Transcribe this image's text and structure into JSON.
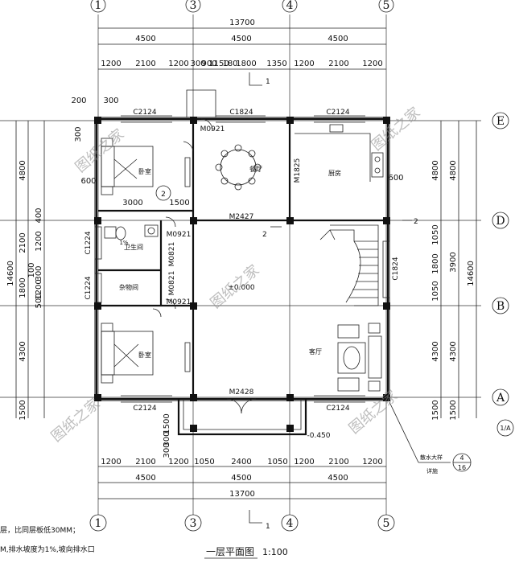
{
  "axes": {
    "top": [
      "1",
      "3",
      "4",
      "5"
    ],
    "bottom": [
      "1",
      "3",
      "4",
      "5"
    ],
    "right": [
      "E",
      "D",
      "B",
      "A"
    ],
    "right_extra": "1/A"
  },
  "dims": {
    "top_total": "13700",
    "top_bays": [
      "4500",
      "4500",
      "4500"
    ],
    "top_detail": [
      "1200",
      "2100",
      "1200",
      "300",
      "900",
      "1150",
      "180",
      "1800",
      "1350",
      "1200",
      "2100",
      "1200"
    ],
    "top_small": [
      "200",
      "300",
      "300"
    ],
    "bottom_total": "13700",
    "bottom_bays": [
      "4500",
      "4500",
      "4500"
    ],
    "bottom_detail": [
      "1200",
      "2100",
      "1200",
      "1050",
      "2400",
      "1050",
      "1200",
      "2100",
      "1200"
    ],
    "bottom_small": [
      "1500",
      "300",
      "300"
    ],
    "left_outer": [
      "4800",
      "2100",
      "1800",
      "4300",
      "1500"
    ],
    "left_inner": [
      "1200",
      "1200",
      "300",
      "100",
      "400",
      "500"
    ],
    "left_total": "14600",
    "left_win": [
      "600",
      "3000"
    ],
    "right_outer": [
      "4800",
      "3900",
      "4300",
      "1500"
    ],
    "right_inner": [
      "1050",
      "1800",
      "1050"
    ],
    "right_total": "14600",
    "right_small": "600",
    "stair_len": "1500"
  },
  "doors": {
    "c2124_top_left": "C2124",
    "c1824_top": "C1824",
    "c2124_top_right": "C2124",
    "m0921_top": "M0921",
    "m1825": "M1825",
    "m2427": "M2427",
    "m0921_bath": "M0921",
    "m0821_a": "M0821",
    "m0821_b": "M0821",
    "m0921_store": "M0921",
    "c1224_a": "C1224",
    "c1224_b": "C1224",
    "c1824_right": "C1824",
    "m2428": "M2428",
    "c2124_bottom_left": "C2124",
    "c2124_bottom_right": "C2124"
  },
  "rooms": {
    "bedroom_top": "卧室",
    "dining": "餐厅",
    "kitchen": "厨房",
    "bath": "卫生间",
    "storage": "杂物间",
    "bedroom_bottom": "卧室",
    "living": "客厅"
  },
  "labels": {
    "floor_level": "±0.000",
    "outdoor_level": "-0.450",
    "slope": "1%",
    "section_1": "1",
    "section_2": "2",
    "callout_2": "2",
    "note_1": "层，比同层板低30MM；",
    "note_2": "M,排水坡度为1%,坡向排水口",
    "title": "一层平面图",
    "scale": "1:100",
    "detail_ref_top": "4",
    "detail_ref_bottom": "16",
    "detail_text_1": "散水大样",
    "detail_text_2": "详施",
    "watermark": "图纸之家"
  },
  "colors": {
    "line": "#111111",
    "watermark": "#8a8a8a"
  }
}
